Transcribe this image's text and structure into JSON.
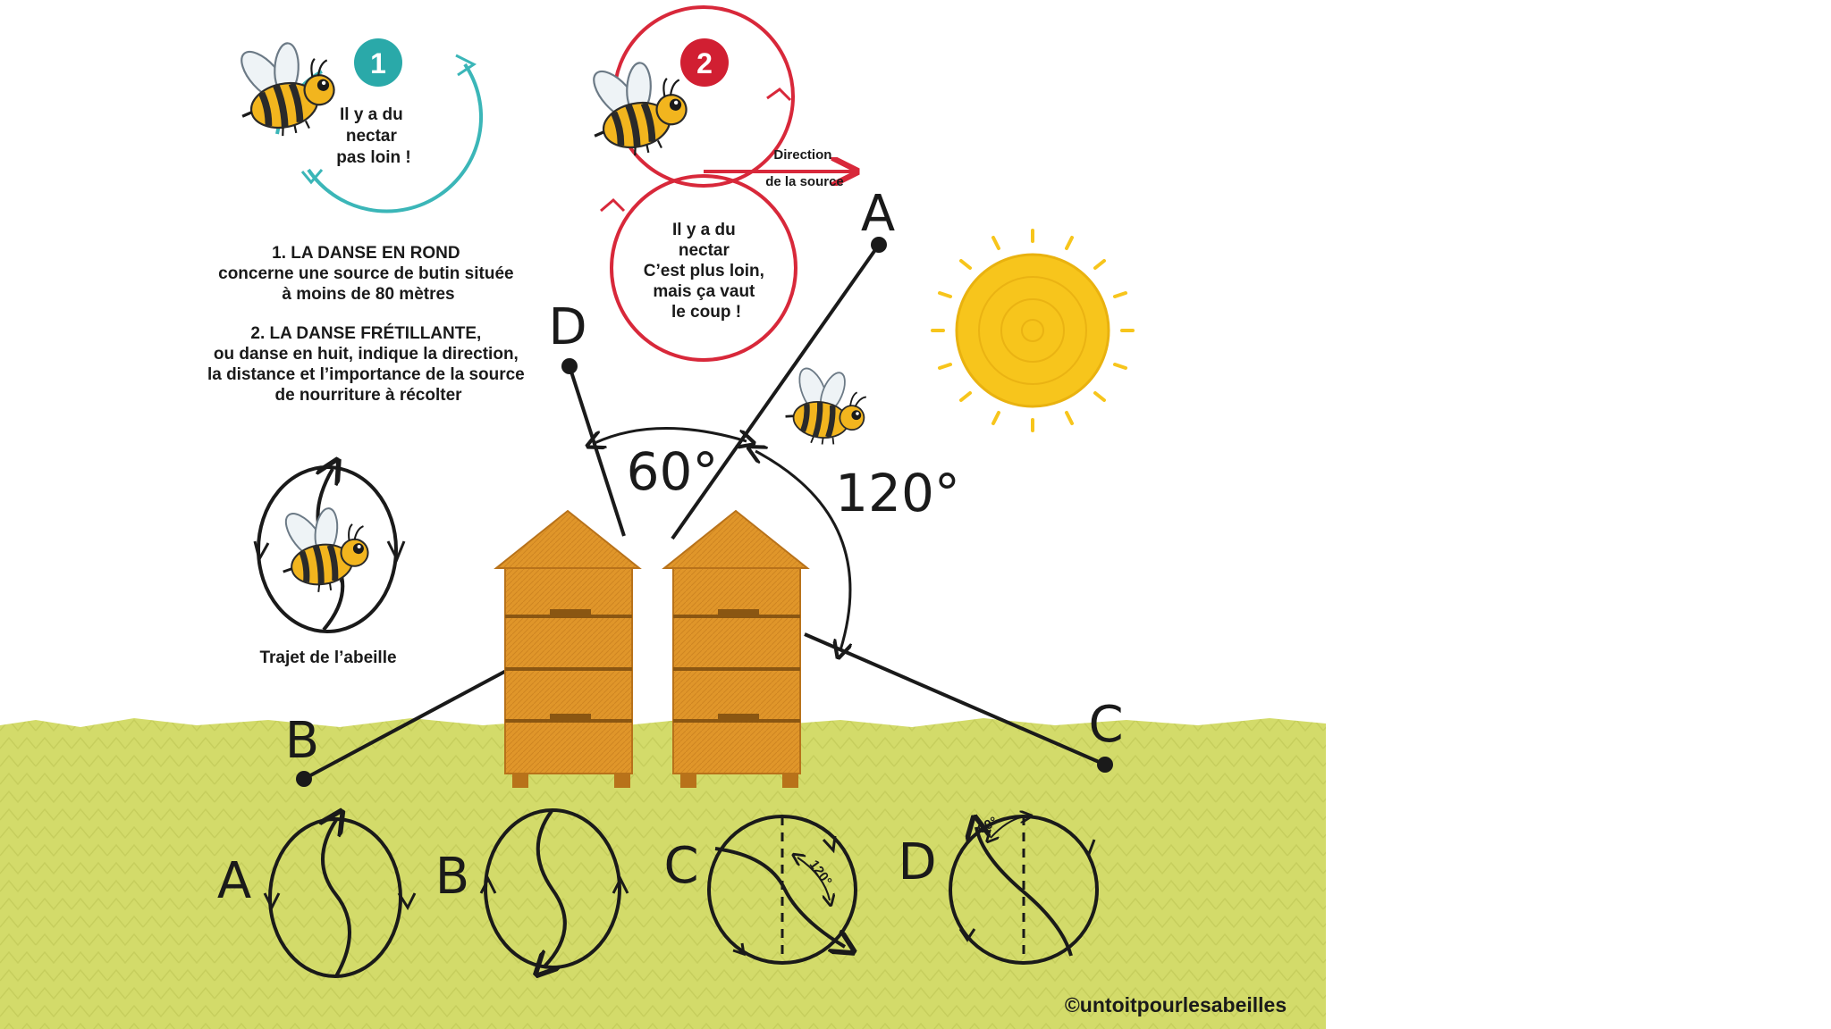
{
  "colors": {
    "teal": "#3bb6b8",
    "red": "#d8283a",
    "grass": "#d3db6a",
    "grass_dark": "#c4cd59",
    "hive": "#e0962a",
    "hive_dark": "#b8721a",
    "sun": "#f7c51c",
    "ink": "#1a1a1a"
  },
  "dance1": {
    "number": "1",
    "lines": [
      "Il y a du",
      "nectar",
      "pas loin !"
    ]
  },
  "dance2": {
    "number": "2",
    "lines": [
      "Il y a du",
      "nectar",
      "C’est plus loin,",
      "mais ça vaut",
      "le coup !"
    ],
    "direction_lines": [
      "Direction",
      "de la source"
    ]
  },
  "info": {
    "block1": [
      "1. LA DANSE EN ROND",
      "concerne une source de butin située",
      "à moins de 80 mètres"
    ],
    "block2": [
      "2. LA DANSE FRÉTILLANTE,",
      "ou danse en huit, indique la direction,",
      "la distance et l’importance de la source",
      "de nourriture à récolter"
    ]
  },
  "trajet_label": "Trajet de l’abeille",
  "directions": {
    "a": "A",
    "b": "B",
    "c": "C",
    "d": "D"
  },
  "angles": {
    "small": "60°",
    "large": "120°"
  },
  "dances": [
    {
      "letter": "A",
      "angle_label": ""
    },
    {
      "letter": "B",
      "angle_label": ""
    },
    {
      "letter": "C",
      "angle_label": "120°"
    },
    {
      "letter": "D",
      "angle_label": "60°"
    }
  ],
  "credit": "©untoitpourlesabeilles",
  "icons": [
    "bee-icon",
    "sun-icon",
    "hive-icon",
    "arrow-icon"
  ]
}
